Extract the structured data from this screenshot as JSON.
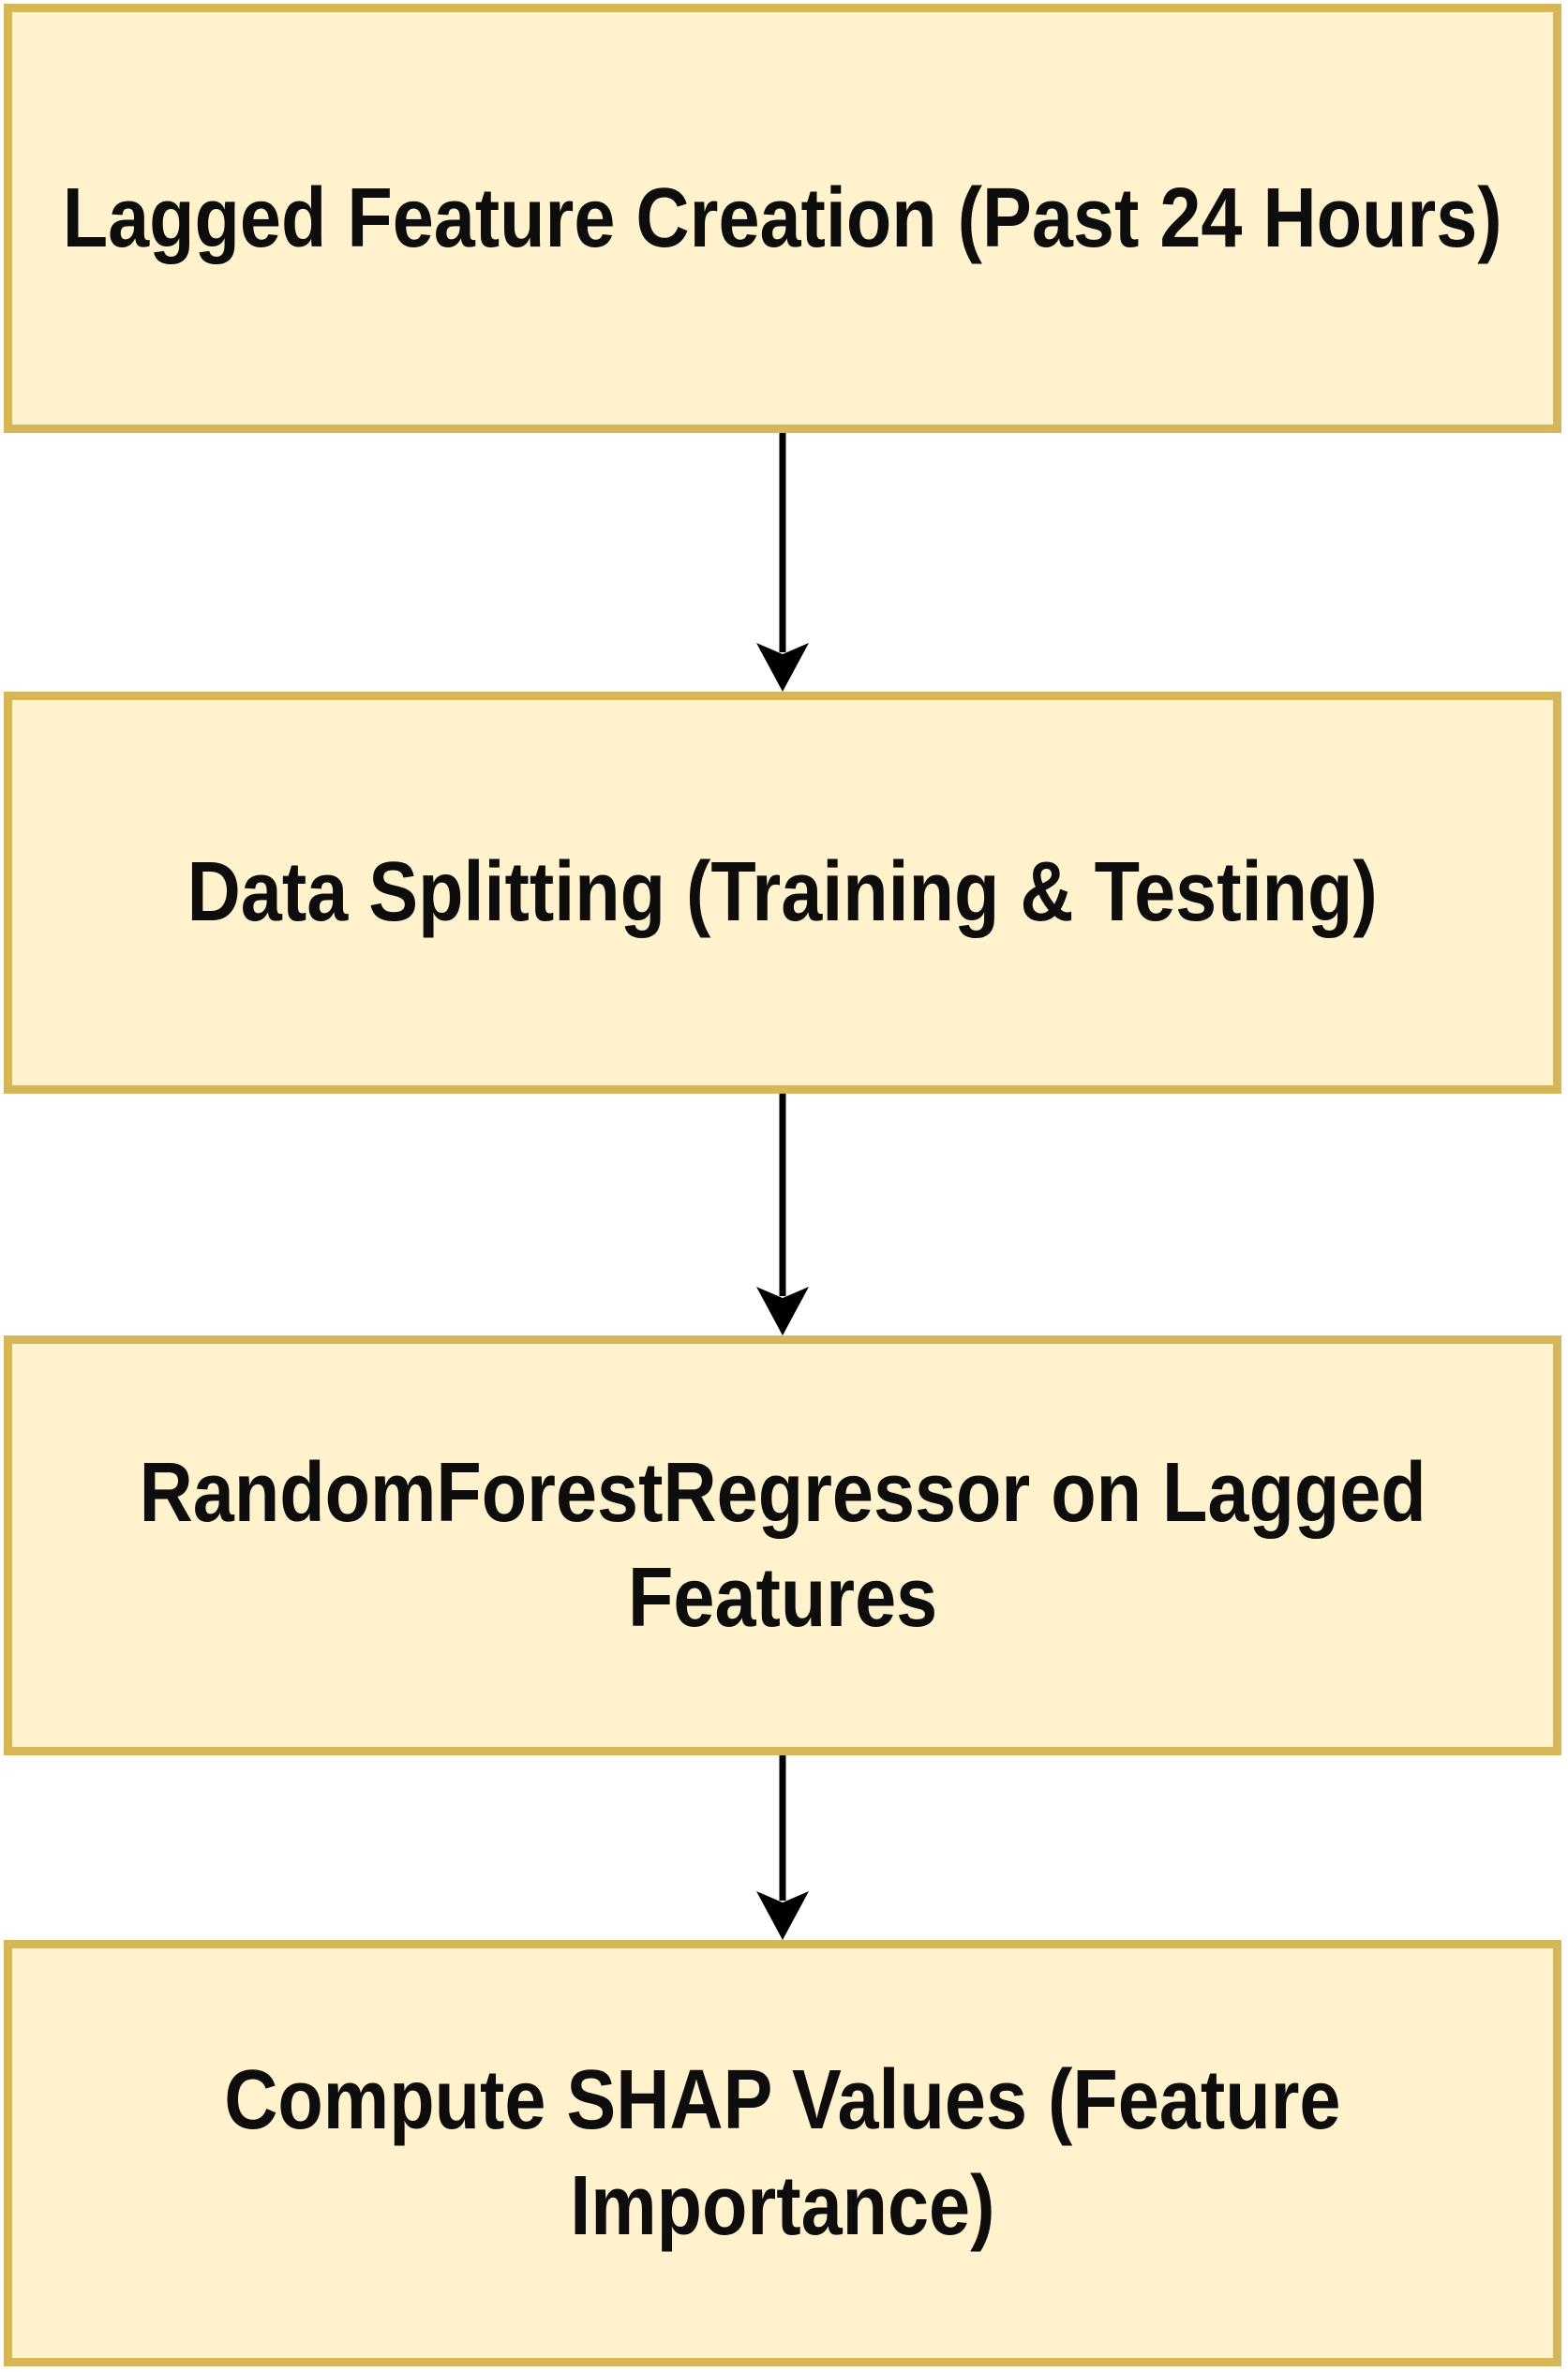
{
  "diagram": {
    "type": "flowchart",
    "direction": "top-to-bottom",
    "boxes": [
      {
        "id": "lagged-feature-creation",
        "lines": [
          "Lagged Feature Creation (Past 24 Hours)"
        ]
      },
      {
        "id": "data-splitting",
        "lines": [
          "Data Splitting (Training & Testing)"
        ]
      },
      {
        "id": "random-forest-regressor",
        "lines": [
          "RandomForestRegressor on Lagged",
          "Features"
        ]
      },
      {
        "id": "compute-shap-values",
        "lines": [
          "Compute SHAP Values (Feature",
          "Importance)"
        ]
      }
    ],
    "connectors": [
      {
        "from": "lagged-feature-creation",
        "to": "data-splitting",
        "style": "arrow-down"
      },
      {
        "from": "data-splitting",
        "to": "random-forest-regressor",
        "style": "arrow-down"
      },
      {
        "from": "random-forest-regressor",
        "to": "compute-shap-values",
        "style": "arrow-down"
      }
    ],
    "colors": {
      "box_fill": "#FFF2CC",
      "box_border": "#D6B656",
      "text": "#0d0d0d",
      "arrow": "#000000",
      "background": "#ffffff"
    }
  }
}
